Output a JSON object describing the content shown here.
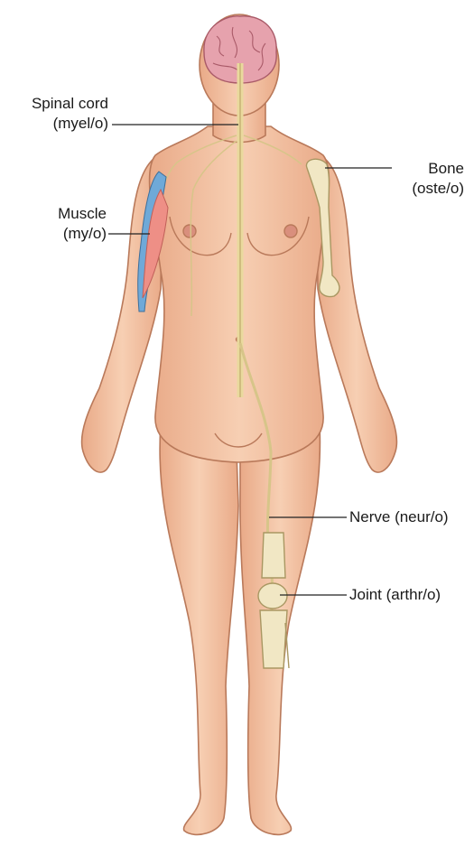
{
  "labels": {
    "spinal_cord": {
      "name": "Spinal cord",
      "root": "(myel/o)"
    },
    "muscle": {
      "name": "Muscle",
      "root": "(my/o)"
    },
    "bone": {
      "name": "Bone",
      "root": "(oste/o)"
    },
    "nerve": {
      "text": "Nerve (neur/o)"
    },
    "joint": {
      "text": "Joint (arthr/o)"
    }
  },
  "colors": {
    "skin": "#f4c3a3",
    "skin_shadow": "#e3a483",
    "skin_outline": "#b9795a",
    "brain": "#e6a2ad",
    "nerve": "#efe3b6",
    "bone": "#f1e7c4",
    "muscle": "#ee8f86",
    "vessel_blue": "#6fa9d8",
    "leader_line": "#222222"
  }
}
